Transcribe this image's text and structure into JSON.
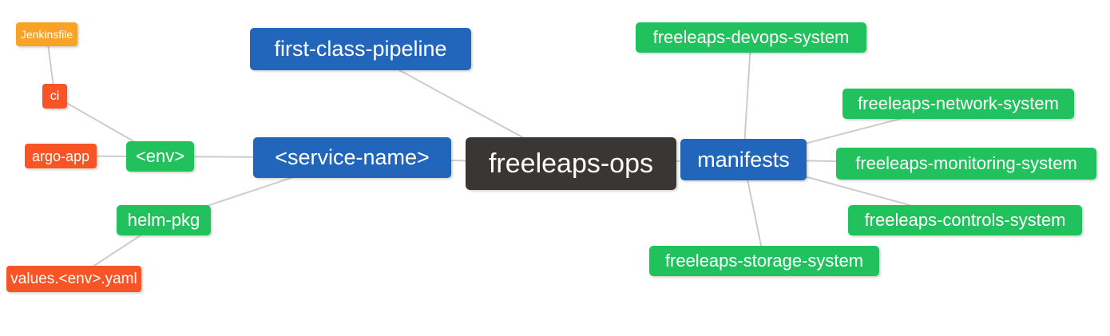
{
  "palette": {
    "root": "#3a3633",
    "branch": "#2266bc",
    "green": "#21c25e",
    "red": "#f95426",
    "orange": "#f9a326",
    "edge": "#cccccc",
    "text": "#ffffff",
    "background": "#ffffff"
  },
  "diagram": {
    "type": "mindmap",
    "root_label": "freeleaps-ops",
    "nodes": [
      {
        "id": "freeleaps-ops",
        "label": "freeleaps-ops",
        "role": "root"
      },
      {
        "id": "first-class-pipeline",
        "label": "first-class-pipeline",
        "role": "branch"
      },
      {
        "id": "service-name",
        "label": "<service-name>",
        "role": "branch"
      },
      {
        "id": "manifests",
        "label": "manifests",
        "role": "branch"
      },
      {
        "id": "jenkinsfile",
        "label": "Jenkinsfile",
        "role": "orange"
      },
      {
        "id": "ci",
        "label": "ci",
        "role": "red"
      },
      {
        "id": "argo-app",
        "label": "argo-app",
        "role": "red"
      },
      {
        "id": "env",
        "label": "<env>",
        "role": "green"
      },
      {
        "id": "helm-pkg",
        "label": "helm-pkg",
        "role": "green"
      },
      {
        "id": "values-env-yaml",
        "label": "values.<env>.yaml",
        "role": "red"
      },
      {
        "id": "freeleaps-devops-system",
        "label": "freeleaps-devops-system",
        "role": "green"
      },
      {
        "id": "freeleaps-network-system",
        "label": "freeleaps-network-system",
        "role": "green"
      },
      {
        "id": "freeleaps-monitoring-system",
        "label": "freeleaps-monitoring-system",
        "role": "green"
      },
      {
        "id": "freeleaps-controls-system",
        "label": "freeleaps-controls-system",
        "role": "green"
      },
      {
        "id": "freeleaps-storage-system",
        "label": "freeleaps-storage-system",
        "role": "green"
      }
    ],
    "edges": [
      [
        "jenkinsfile",
        "ci"
      ],
      [
        "ci",
        "env"
      ],
      [
        "argo-app",
        "env"
      ],
      [
        "env",
        "service-name"
      ],
      [
        "helm-pkg",
        "service-name"
      ],
      [
        "values-env-yaml",
        "helm-pkg"
      ],
      [
        "first-class-pipeline",
        "freeleaps-ops"
      ],
      [
        "service-name",
        "freeleaps-ops"
      ],
      [
        "freeleaps-ops",
        "manifests"
      ],
      [
        "manifests",
        "freeleaps-devops-system"
      ],
      [
        "manifests",
        "freeleaps-network-system"
      ],
      [
        "manifests",
        "freeleaps-monitoring-system"
      ],
      [
        "manifests",
        "freeleaps-controls-system"
      ],
      [
        "manifests",
        "freeleaps-storage-system"
      ]
    ]
  }
}
